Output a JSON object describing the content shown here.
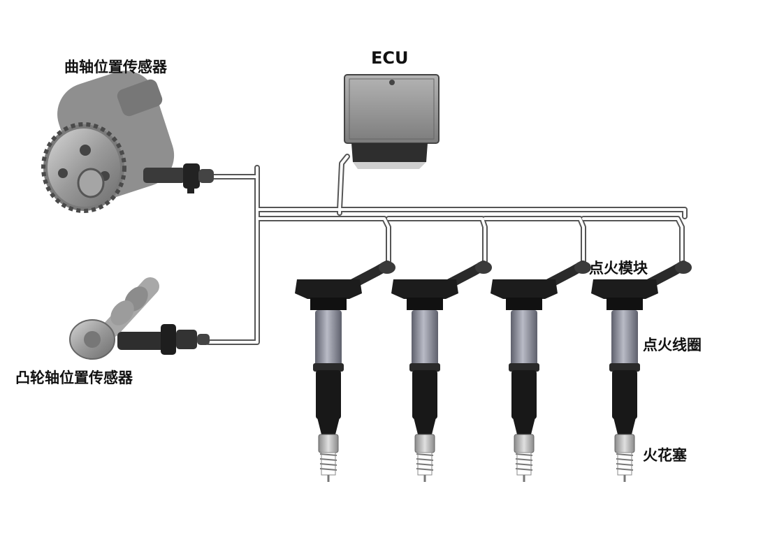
{
  "labels": {
    "crankshaft_sensor": "曲轴位置传感器",
    "ecu": "ECU",
    "camshaft_sensor": "凸轮轴位置传感器",
    "ignition_module": "点火模块",
    "ignition_coil": "点火线圈",
    "spark_plug": "火花塞"
  },
  "colors": {
    "wire_outline": "#555555",
    "wire_fill": "#ffffff",
    "ecu_body": "#8e8e8e",
    "coil_black": "#1c1c1c",
    "coil_boot": "#7d7f8c",
    "metal": "#b0b0b0"
  },
  "icons": [
    "crankshaft-icon",
    "camshaft-icon",
    "ecu-module-icon",
    "ignition-coil-icon",
    "spark-plug-icon"
  ]
}
